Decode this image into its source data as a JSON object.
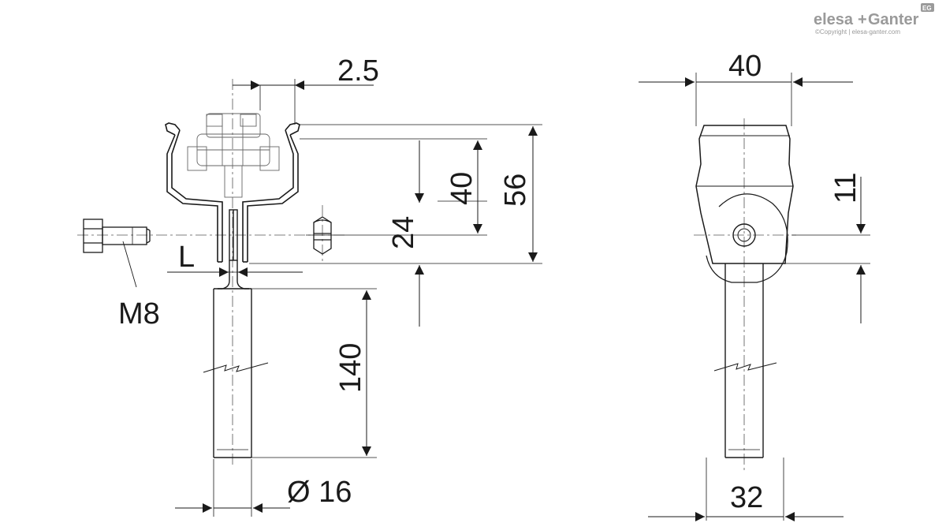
{
  "brand": {
    "name_part1": "elesa",
    "plus": "+",
    "name_part2": "Ganter",
    "badge": "EG",
    "copyright": "©Copyright | elesa-ganter.com"
  },
  "side_view": {
    "dim_top_offset": "2.5",
    "dim_40": "40",
    "dim_56": "56",
    "dim_24": "24",
    "dim_L": "L",
    "dim_M8": "M8",
    "dim_140": "140",
    "dim_dia": "Ø 16"
  },
  "front_view": {
    "dim_width_top": "40",
    "dim_11": "11",
    "dim_width_bottom": "32"
  },
  "colors": {
    "line": "#1a1a1a",
    "brand": "#9a9a9a"
  }
}
